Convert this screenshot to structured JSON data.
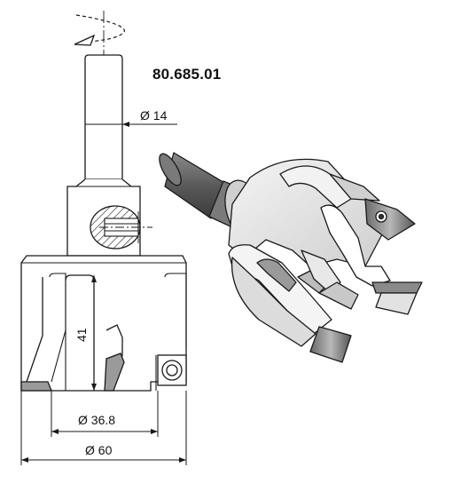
{
  "part_number": "80.685.01",
  "dimensions": {
    "shank_diameter": "Ø 14",
    "height": "41",
    "inner_diameter": "Ø 36.8",
    "outer_diameter": "Ø 60"
  },
  "colors": {
    "line": "#1a1a1a",
    "fill_light": "#f2f2f2",
    "fill_mid": "#d8d8d8",
    "fill_dark": "#9a9a9a",
    "shank_dark": "#6a6a6a"
  }
}
